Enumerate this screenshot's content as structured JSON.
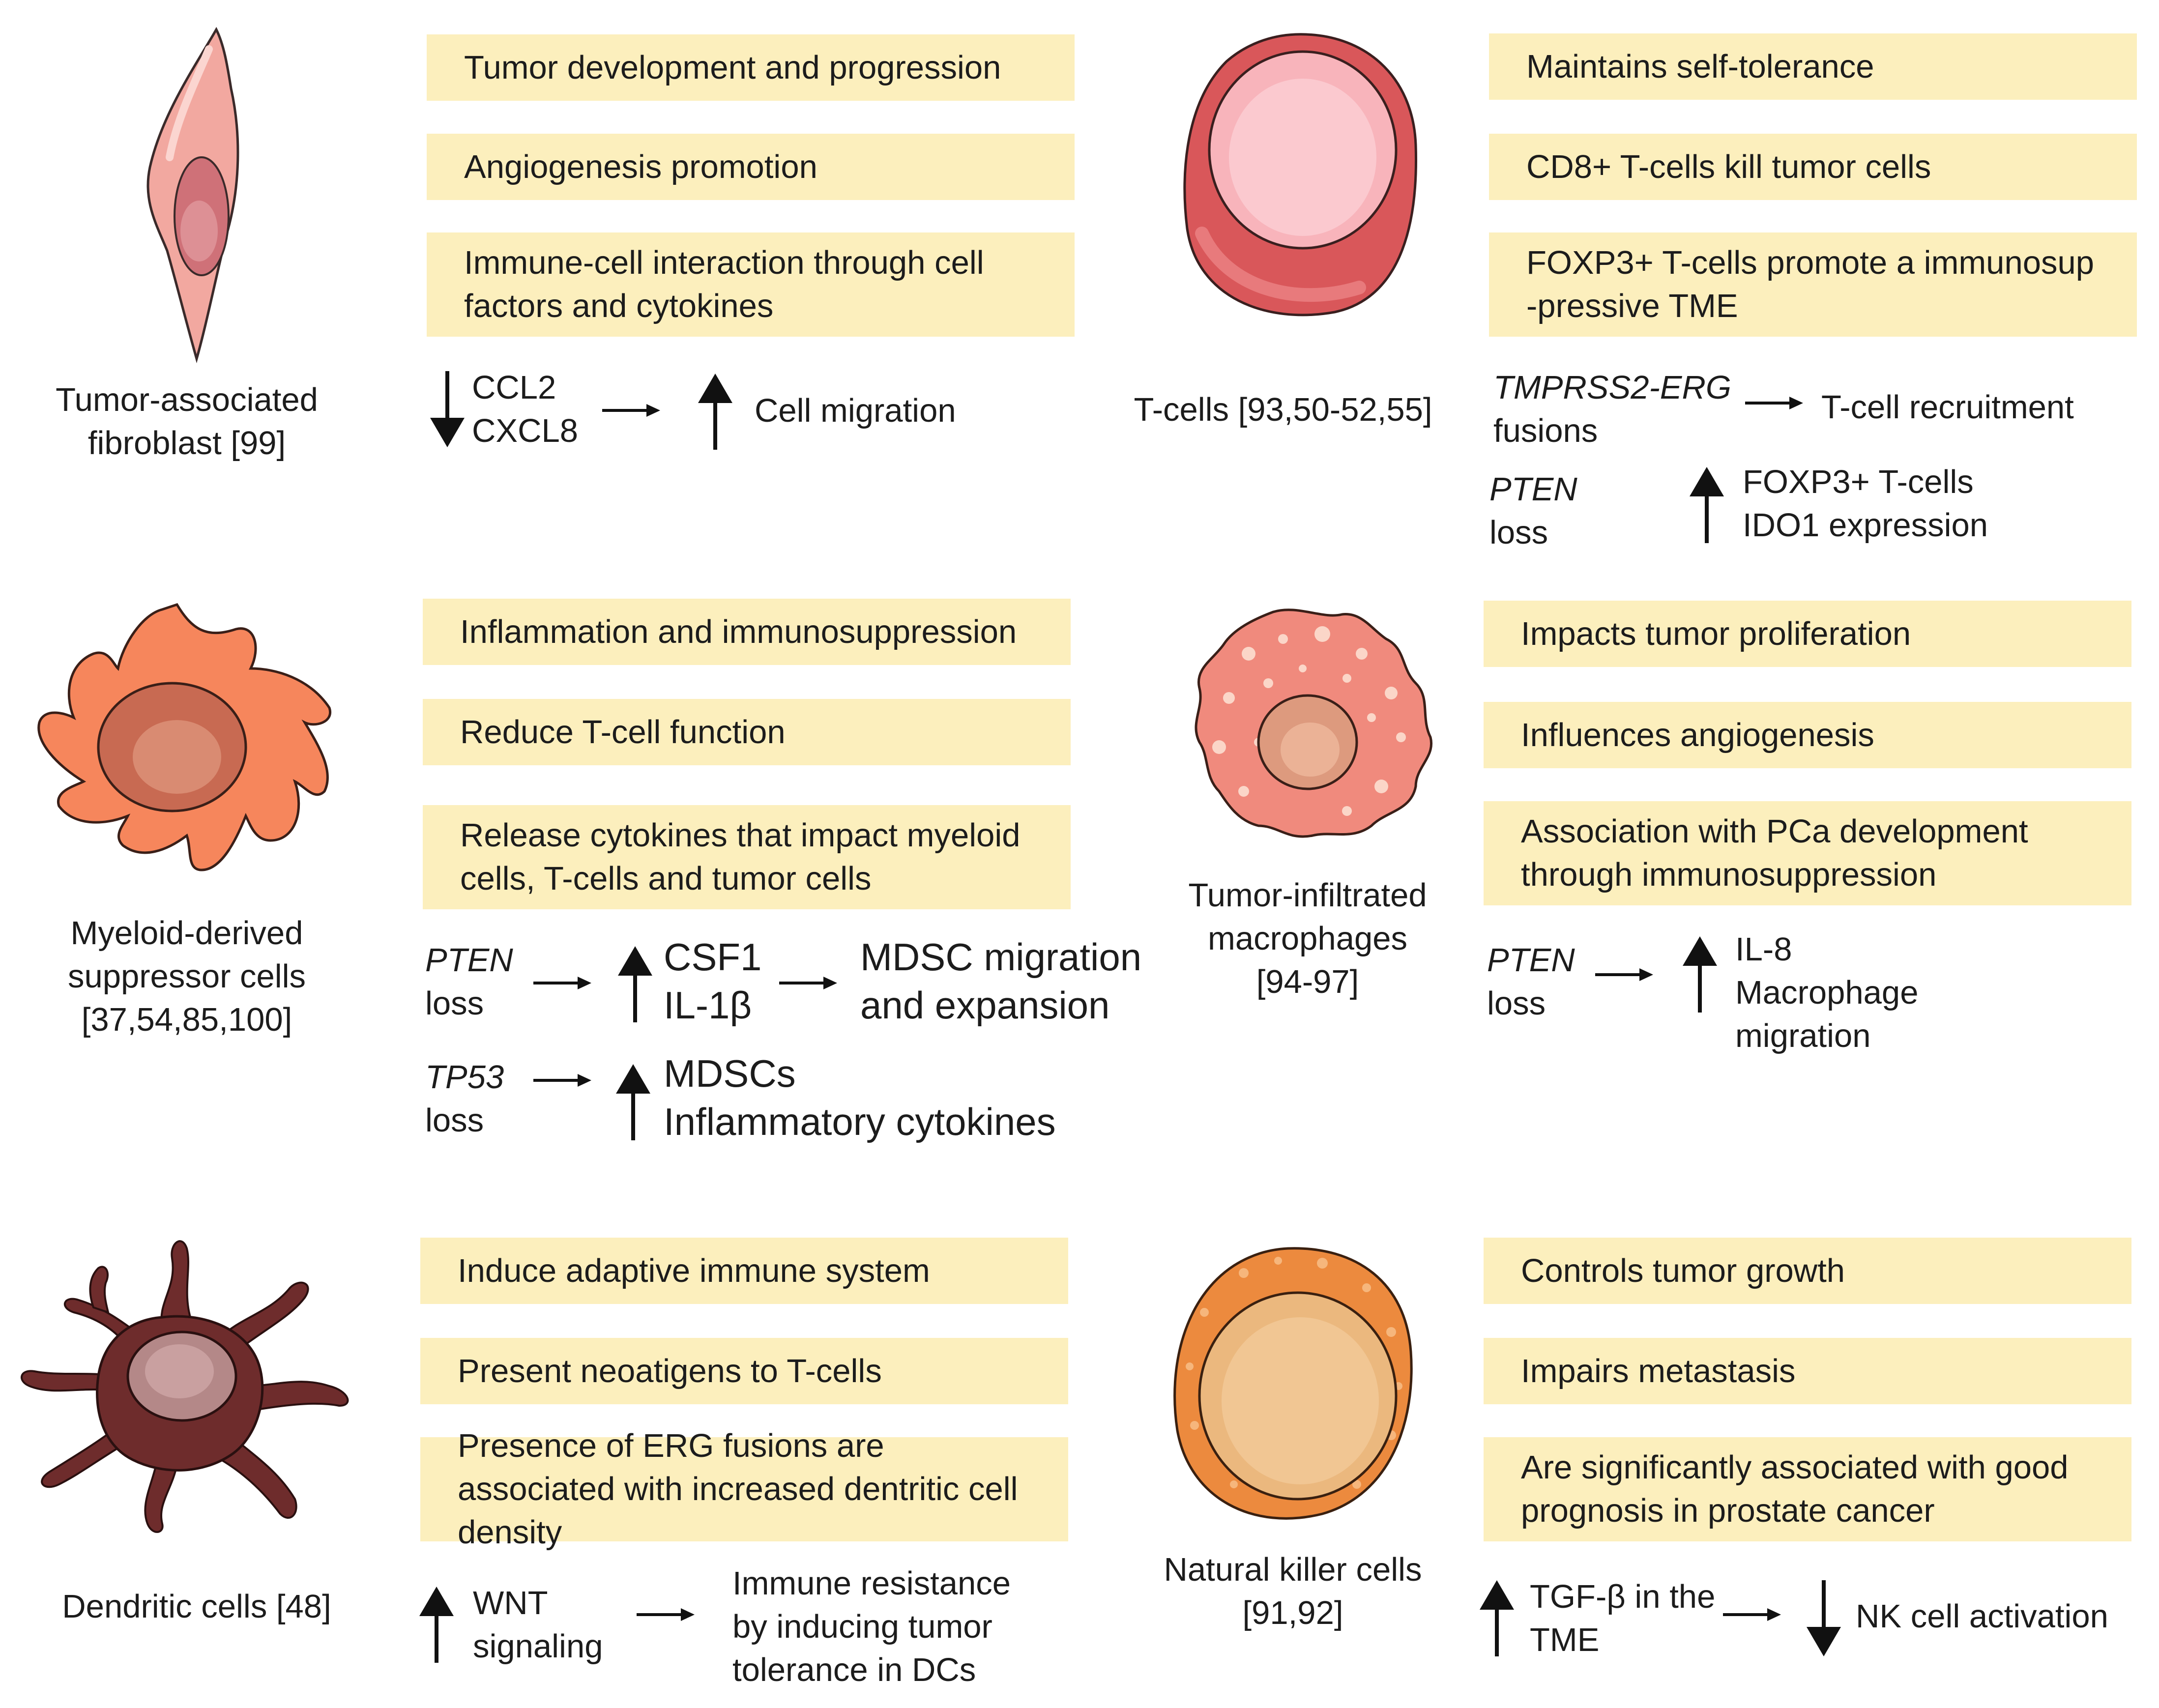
{
  "fibroblast": {
    "label": [
      "Tumor-associated",
      "fibroblast [99]"
    ],
    "boxes": [
      "Tumor development and progression",
      "Angiogenesis promotion",
      "Immune-cell interaction through cell factors and cytokines"
    ],
    "pathway": {
      "inputs": [
        "CCL2",
        "CXCL8"
      ],
      "output": "Cell migration"
    }
  },
  "tcells": {
    "label": "T-cells [93,50-52,55]",
    "boxes": [
      "Maintains self-tolerance",
      "CD8+ T-cells kill tumor cells",
      "FOXP3+ T-cells promote a immunosup-pressive TME"
    ],
    "pathway1": {
      "gene": "TMPRSS2-ERG",
      "suffix": "fusions",
      "output": "T-cell recruitment"
    },
    "pathway2": {
      "gene": "PTEN",
      "suffix": "loss",
      "outputs": [
        "FOXP3+ T-cells",
        "IDO1 expression"
      ]
    }
  },
  "mdsc": {
    "label": [
      "Myeloid-derived",
      "suppressor cells",
      "[37,54,85,100]"
    ],
    "boxes": [
      "Inflammation and immunosuppression",
      "Reduce T-cell function",
      "Release cytokines that impact myeloid cells, T-cells and tumor cells"
    ],
    "pathway1": {
      "gene": "PTEN",
      "suffix": "loss",
      "mid": [
        "CSF1",
        "IL-1β"
      ],
      "output": [
        "MDSC migration",
        "and expansion"
      ]
    },
    "pathway2": {
      "gene": "TP53",
      "suffix": "loss",
      "outputs": [
        "MDSCs",
        "Inflammatory cytokines"
      ]
    }
  },
  "macrophages": {
    "label": [
      "Tumor-infiltrated",
      "macrophages",
      "[94-97]"
    ],
    "boxes": [
      "Impacts tumor proliferation",
      "Influences angiogenesis",
      "Association with PCa development through immunosuppression"
    ],
    "pathway": {
      "gene": "PTEN",
      "suffix": "loss",
      "outputs": [
        "IL-8",
        "Macrophage",
        "migration"
      ]
    }
  },
  "dendritic": {
    "label": "Dendritic cells [48]",
    "boxes": [
      "Induce adaptive immune system",
      "Present neoatigens to T-cells",
      "Presence of ERG fusions are associated with increased dentritic cell density"
    ],
    "pathway": {
      "inputs": [
        "WNT",
        "signaling"
      ],
      "output": [
        "Immune resistance",
        "by inducing tumor",
        "tolerance in DCs"
      ]
    }
  },
  "nk": {
    "label": [
      "Natural killer cells",
      "[91,92]"
    ],
    "boxes": [
      "Controls tumor growth",
      "Impairs metastasis",
      "Are significantly associated with good prognosis in prostate cancer"
    ],
    "pathway": {
      "inputs": [
        "TGF-β in the",
        "TME"
      ],
      "output": "NK cell activation"
    }
  },
  "colors": {
    "box": "#fcefbd",
    "text": "#1c1c1c"
  }
}
